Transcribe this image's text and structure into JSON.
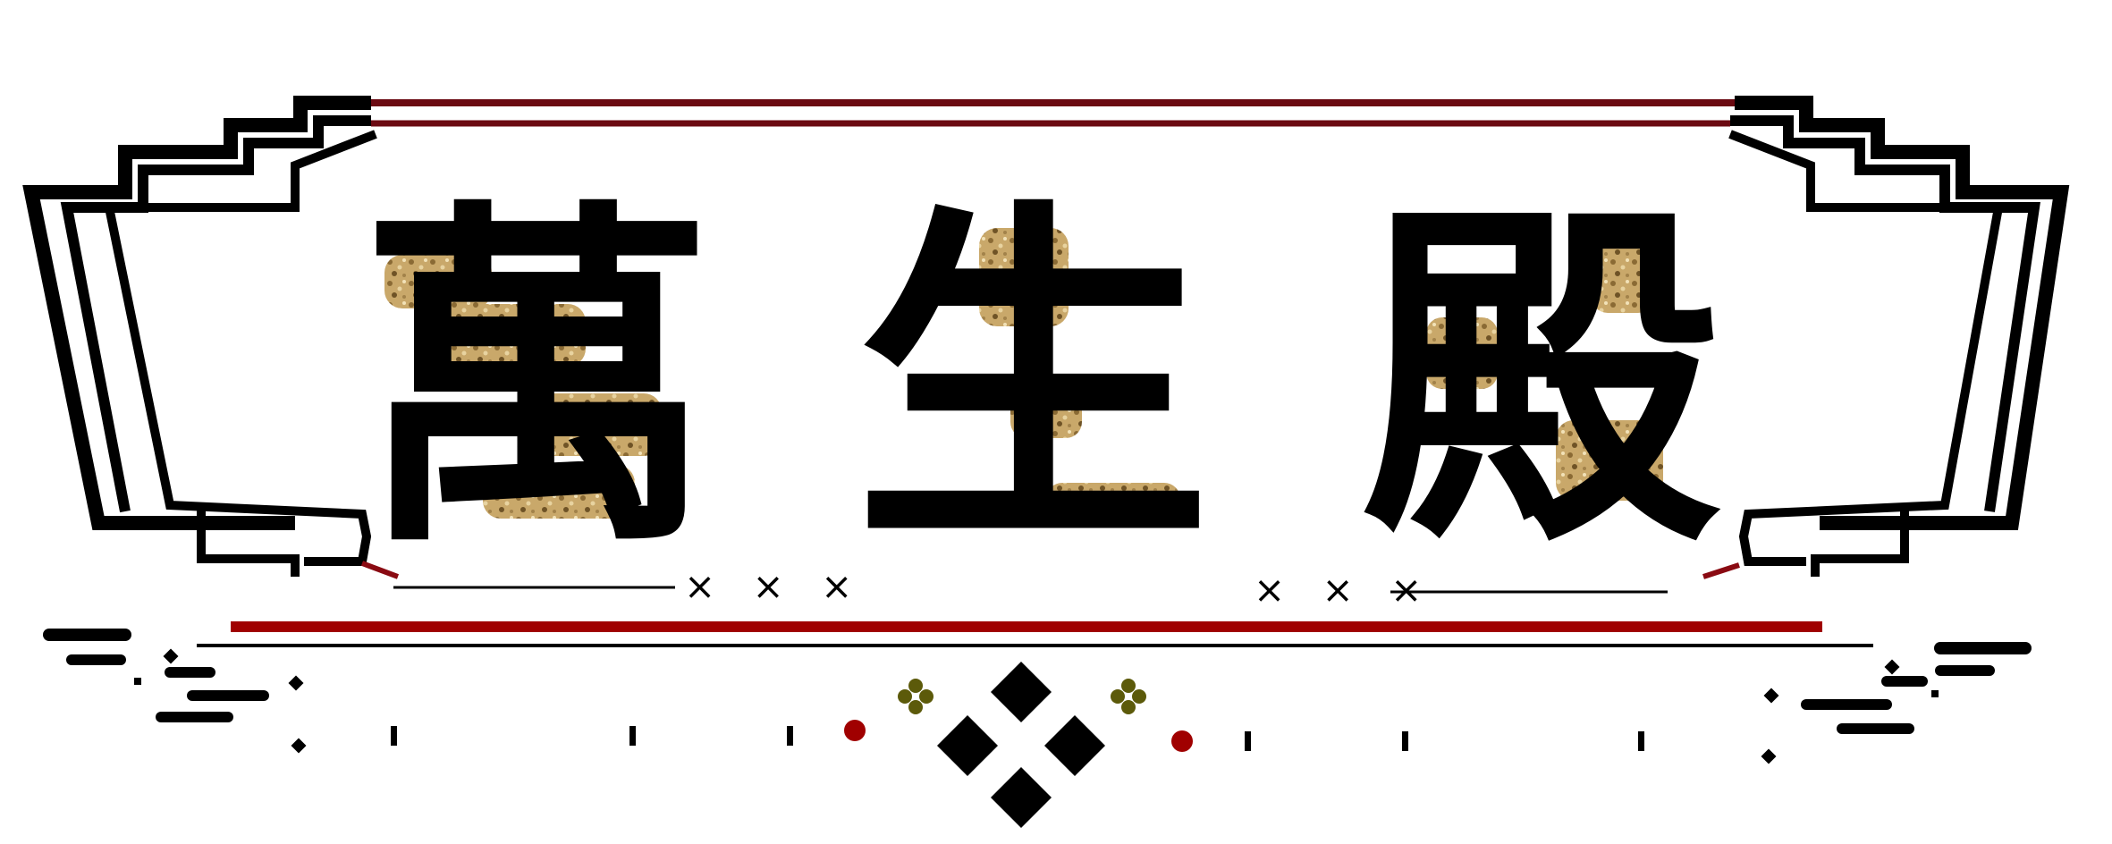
{
  "title": {
    "chars": [
      "萬",
      "生",
      "殿"
    ]
  },
  "decorations": {
    "left_marks": "× × ×",
    "right_marks": "× × ×"
  },
  "colors": {
    "frame": "#000000",
    "accent_red": "#a00000",
    "dark_red": "#6b0a12",
    "gold": "#c9a86a",
    "olive": "#5c5a0a"
  }
}
